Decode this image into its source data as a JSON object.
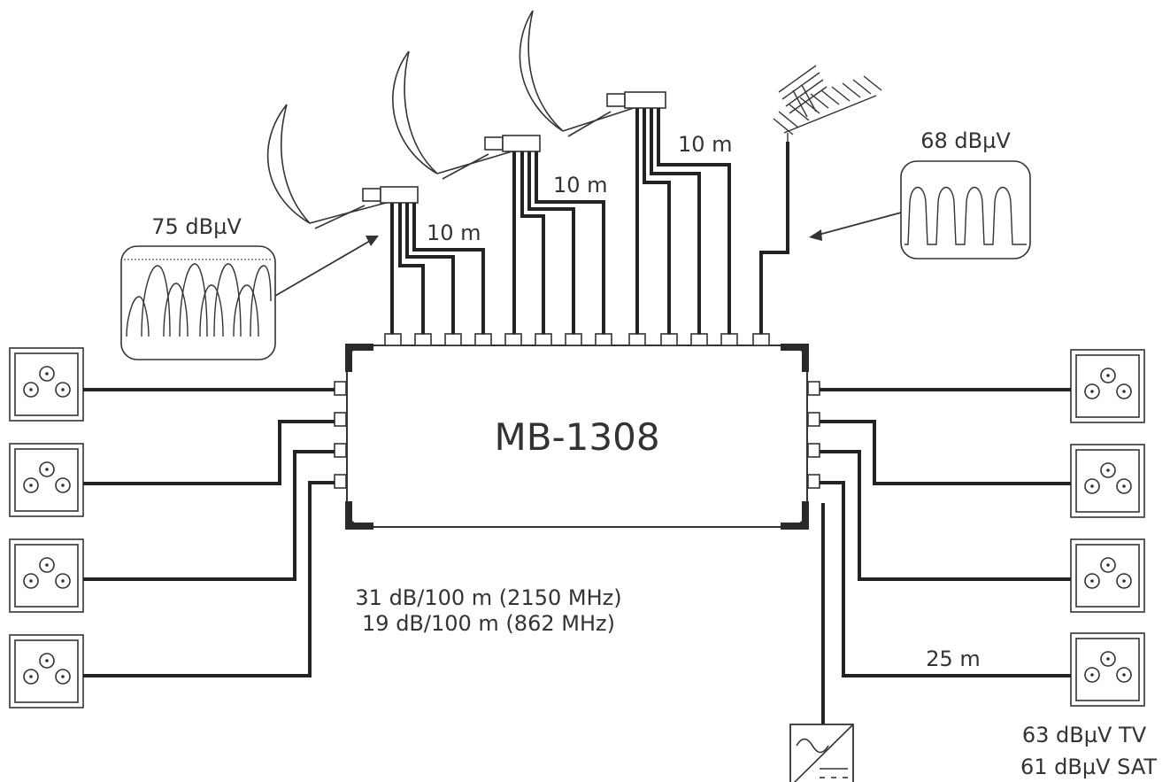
{
  "device": {
    "model": "MB-1308"
  },
  "dishes": [
    {
      "cable_length": "10 m"
    },
    {
      "cable_length": "10 m"
    },
    {
      "cable_length": "10 m"
    }
  ],
  "sat_level": {
    "value": "75 dBµV"
  },
  "terrestrial_level": {
    "value": "68 dBµV"
  },
  "cable_spec": {
    "line1": "31 dB/100 m (2150 MHz)",
    "line2": "19 dB/100 m (862 MHz)"
  },
  "outlet_cable_length": "25 m",
  "outlet_level": {
    "tv": "63 dBµV TV",
    "sat": "61 dBµV SAT"
  },
  "outlets": {
    "left_count": 4,
    "right_count": 4
  },
  "colors": {
    "line": "#222222",
    "text": "#333333",
    "background": "#ffffff"
  }
}
